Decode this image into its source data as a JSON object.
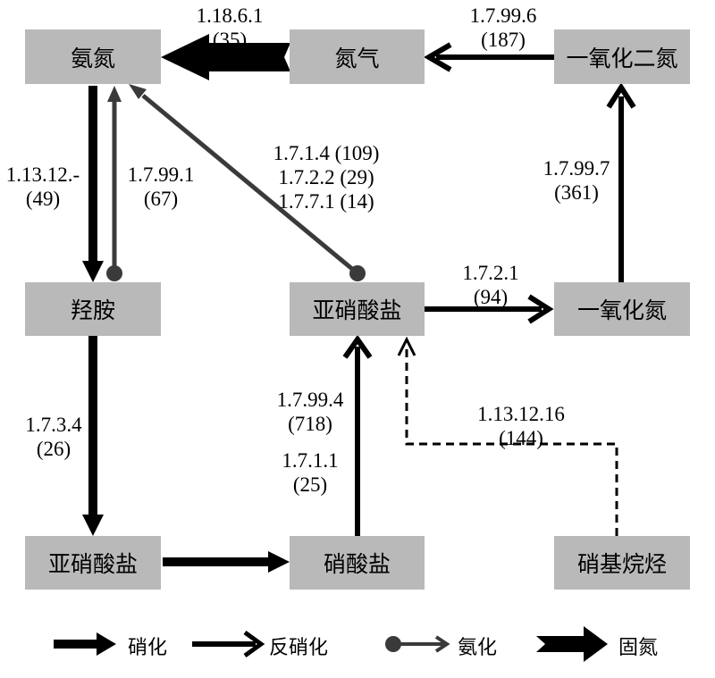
{
  "nodes": {
    "ammonia": "氨氮",
    "dinitrogen": "氮气",
    "nitrous_oxide": "一氧化二氮",
    "hydroxylamine": "羟胺",
    "nitrite_center": "亚硝酸盐",
    "nitric_oxide": "一氧化氮",
    "nitrite_bottom": "亚硝酸盐",
    "nitrate": "硝酸盐",
    "nitroalkane": "硝基烷烃"
  },
  "edges": {
    "n2_to_ammonia": [
      "1.18.6.1",
      "(35)"
    ],
    "n2o_to_n2": [
      "1.7.99.6",
      "(187)"
    ],
    "nitrite_to_ammonia": [
      "1.7.1.4 (109)",
      "1.7.2.2 (29)",
      "1.7.7.1 (14)"
    ],
    "ammonia_to_hydroxylamine": [
      "1.13.12.-",
      "(49)"
    ],
    "hydroxylamine_to_ammonia": [
      "1.7.99.1",
      "(67)"
    ],
    "no_to_n2o": [
      "1.7.99.7",
      "(361)"
    ],
    "nitrite_to_no": [
      "1.7.2.1",
      "(94)"
    ],
    "hydroxylamine_to_nitrite": [
      "1.7.3.4",
      "(26)"
    ],
    "nitrate_to_nitrite": [
      "1.7.99.4",
      "(718)",
      "",
      "1.7.1.1",
      "(25)"
    ],
    "nitroalkane_to_nitrite": [
      "1.13.12.16",
      "(144)"
    ]
  },
  "legend": {
    "nitrification": "硝化",
    "denitrification": "反硝化",
    "ammonification": "氨化",
    "nitrogen_fixation": "固氮"
  },
  "colors": {
    "node_fill": "#b9b9b9",
    "arrow": "#000000",
    "ammonification_arrow": "#3a3a3a"
  }
}
